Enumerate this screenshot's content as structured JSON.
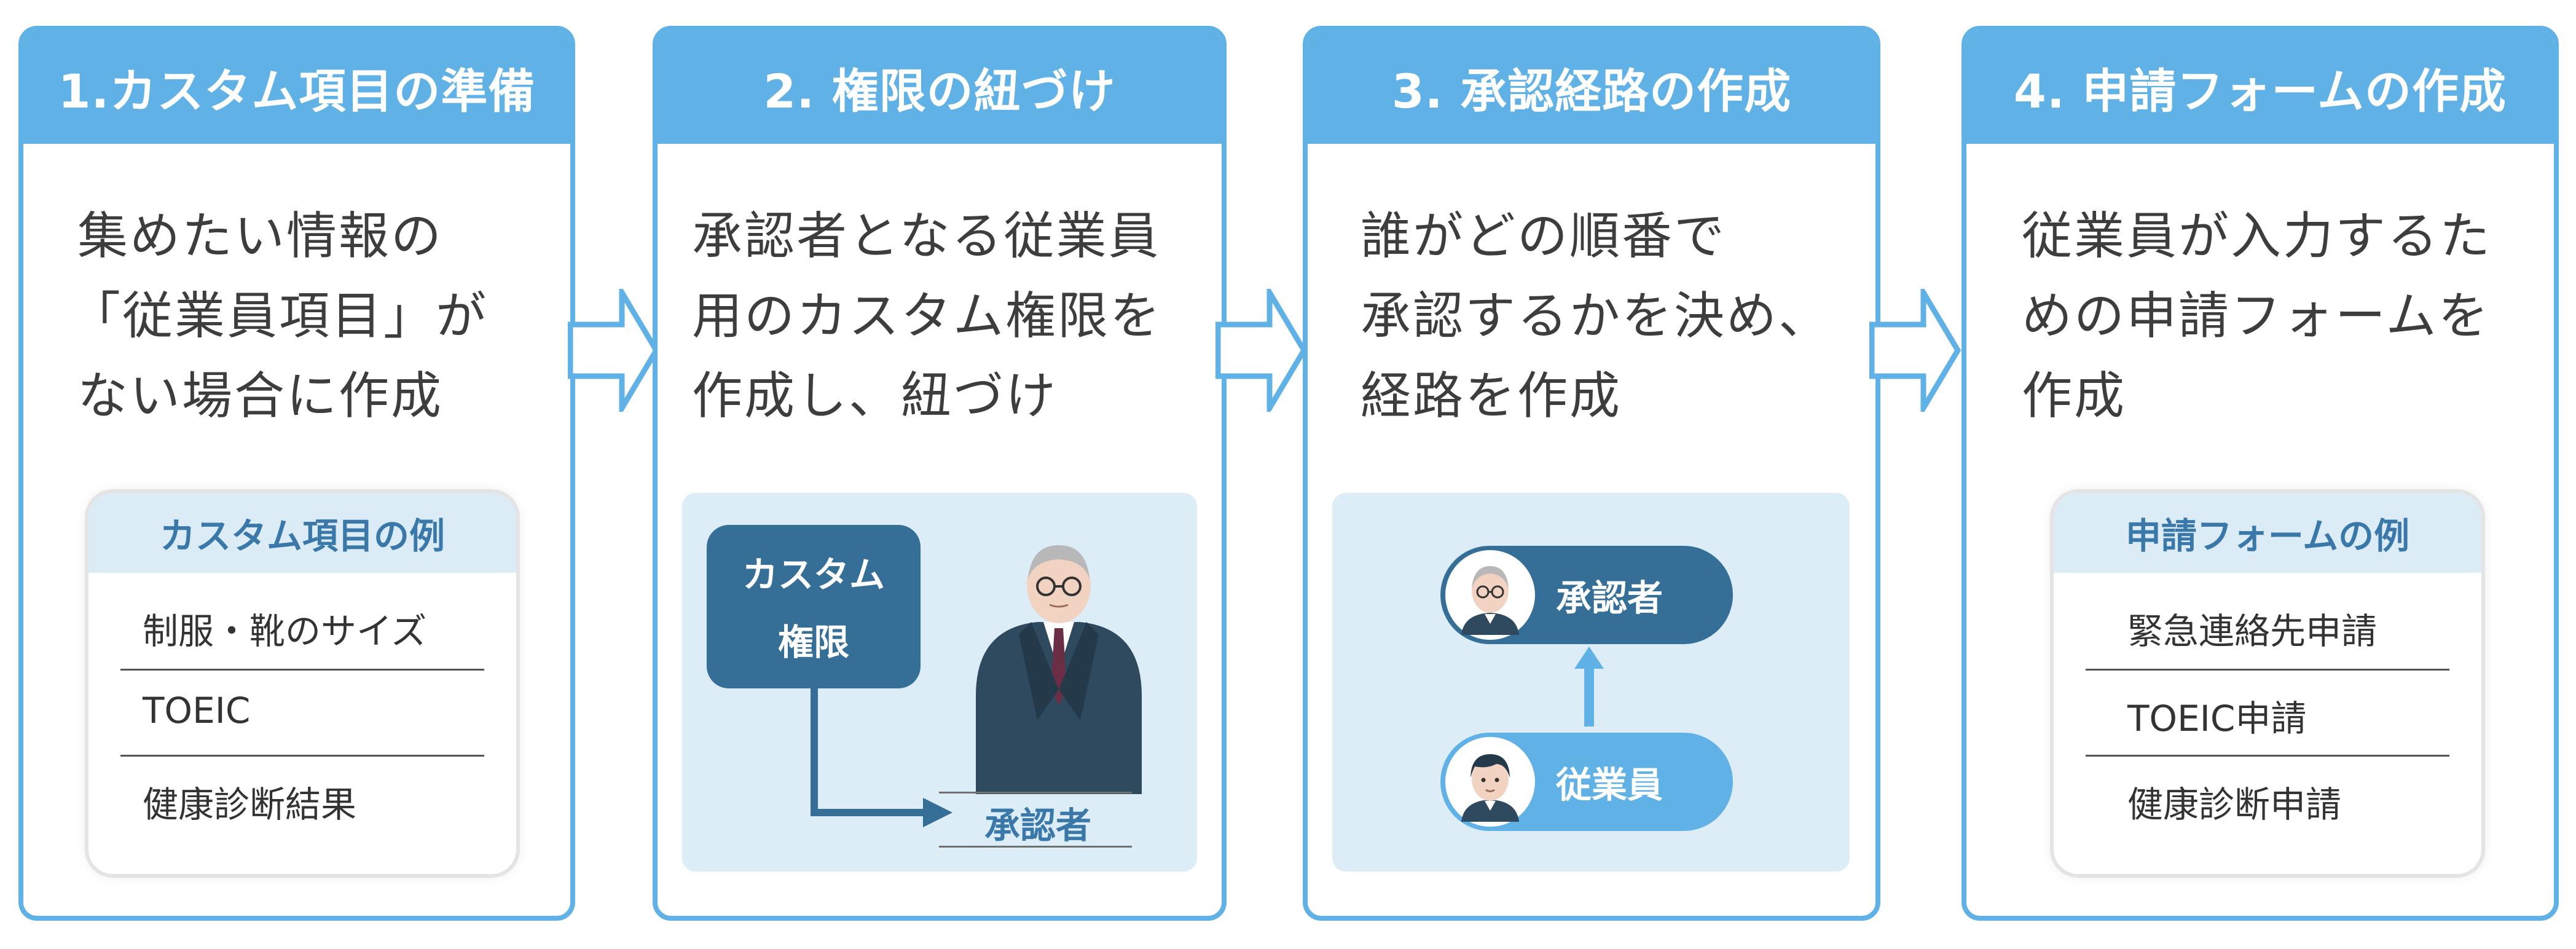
{
  "steps": [
    {
      "title": "1.カスタム項目の準備",
      "desc": [
        "集めたい情報の",
        "「従業員項目」が",
        "ない場合に作成"
      ],
      "card": {
        "heading": "カスタム項目の例",
        "items": [
          "制服・靴のサイズ",
          "TOEIC",
          "健康診断結果"
        ]
      }
    },
    {
      "title": "2. 権限の紐づけ",
      "desc": [
        "承認者となる従業員",
        "用のカスタム権限を",
        "作成し、紐づけ"
      ],
      "illustration": {
        "box_lines": [
          "カスタム",
          "権限"
        ],
        "target_label": "承認者"
      }
    },
    {
      "title": "3. 承認経路の作成",
      "desc": [
        "誰がどの順番で",
        "承認するかを決め、",
        "経路を作成"
      ],
      "illustration": {
        "approver_label": "承認者",
        "employee_label": "従業員"
      }
    },
    {
      "title": "4. 申請フォームの作成",
      "desc": [
        "従業員が入力するた",
        "めの申請フォームを",
        "作成"
      ],
      "card": {
        "heading": "申請フォームの例",
        "items": [
          "緊急連絡先申請",
          "TOEIC申請",
          "健康診断申請"
        ]
      }
    }
  ],
  "colors": {
    "panel_blue": "#5fb1e6",
    "dark_blue": "#356e96",
    "light_blue_bg": "#dcedf7",
    "text_blue": "#3978a8"
  },
  "icons": [
    "right-arrow-icon",
    "up-arrow-icon",
    "approver-avatar-icon",
    "employee-avatar-icon"
  ]
}
